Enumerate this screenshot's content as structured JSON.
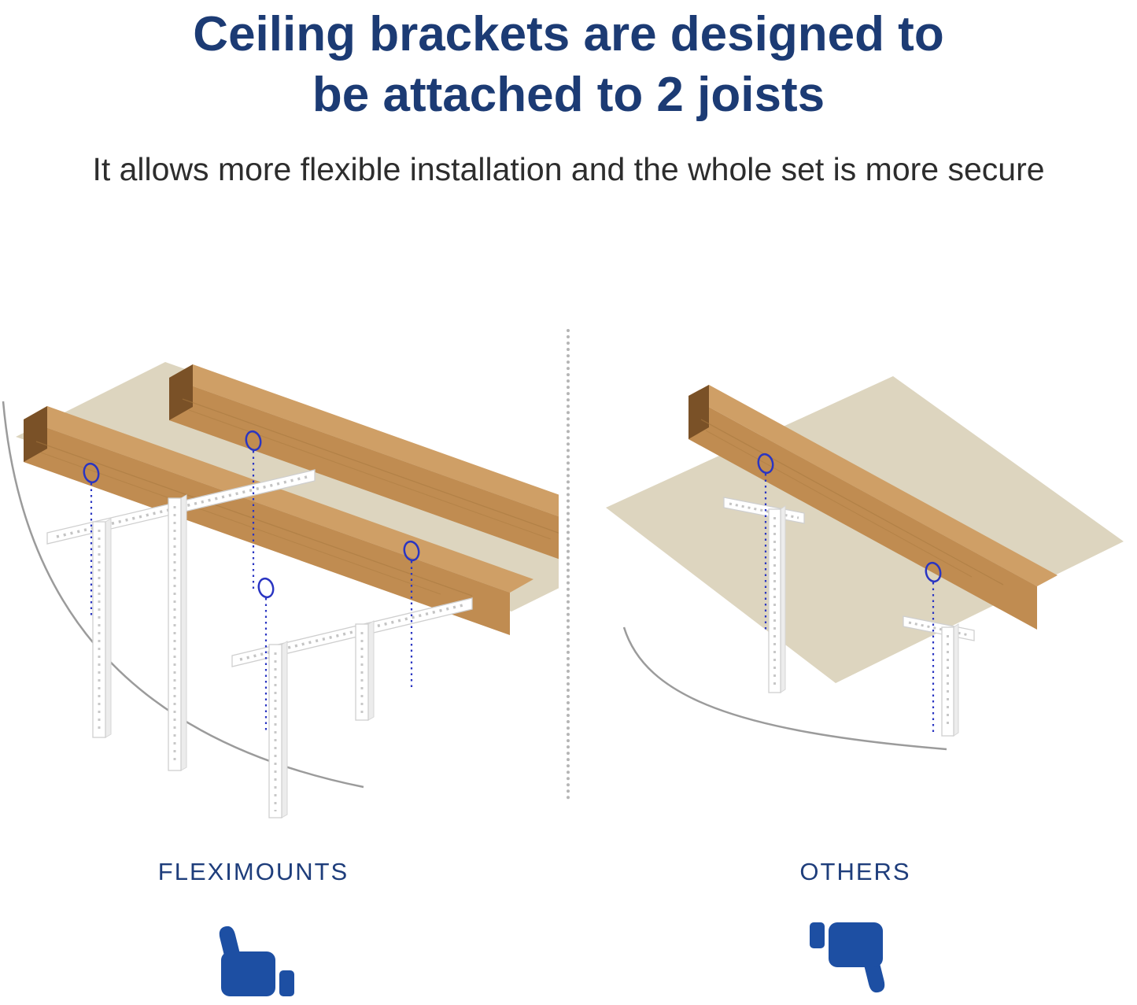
{
  "header": {
    "title_line1": "Ceiling brackets are designed to",
    "title_line2": "be attached to 2 joists",
    "subtitle": "It allows more flexible installation and the whole set is more secure"
  },
  "comparison": {
    "left_label": "FLEXIMOUNTS",
    "right_label": "OTHERS",
    "left_icon": "thumbs-up-icon",
    "right_icon": "thumbs-down-icon"
  },
  "colors": {
    "title_navy": "#1c3b74",
    "label_navy": "#1e3d7b",
    "thumb_blue": "#1d4fa3",
    "screw_marker_blue": "#2a35c2",
    "ceiling_beige": "#ddd5bf",
    "joist_top": "#cf9f66",
    "joist_front": "#c08c51",
    "joist_end": "#7a5127",
    "bracket_white": "#ffffff",
    "bracket_outline": "#cfcfcf",
    "divider_gray": "#b5b5b5",
    "wall_curve_gray": "#9b9b9b"
  }
}
